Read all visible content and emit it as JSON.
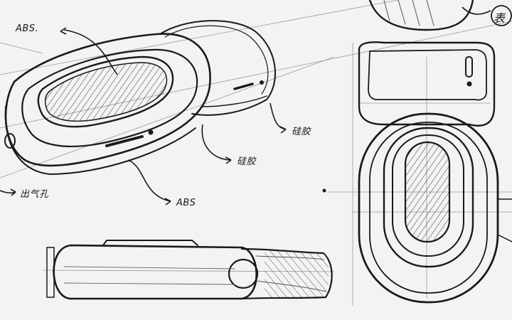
{
  "labels": {
    "abs_top": "ABS.",
    "abs_bottom": "ABS",
    "silicone_right": "硅胶",
    "silicone_mid": "硅胶",
    "vent": "出气孔",
    "top_right_fragment": "表"
  },
  "colors": {
    "paper": "#f3f3f1",
    "ink": "#1a1a1a",
    "hatch": "#444444"
  }
}
